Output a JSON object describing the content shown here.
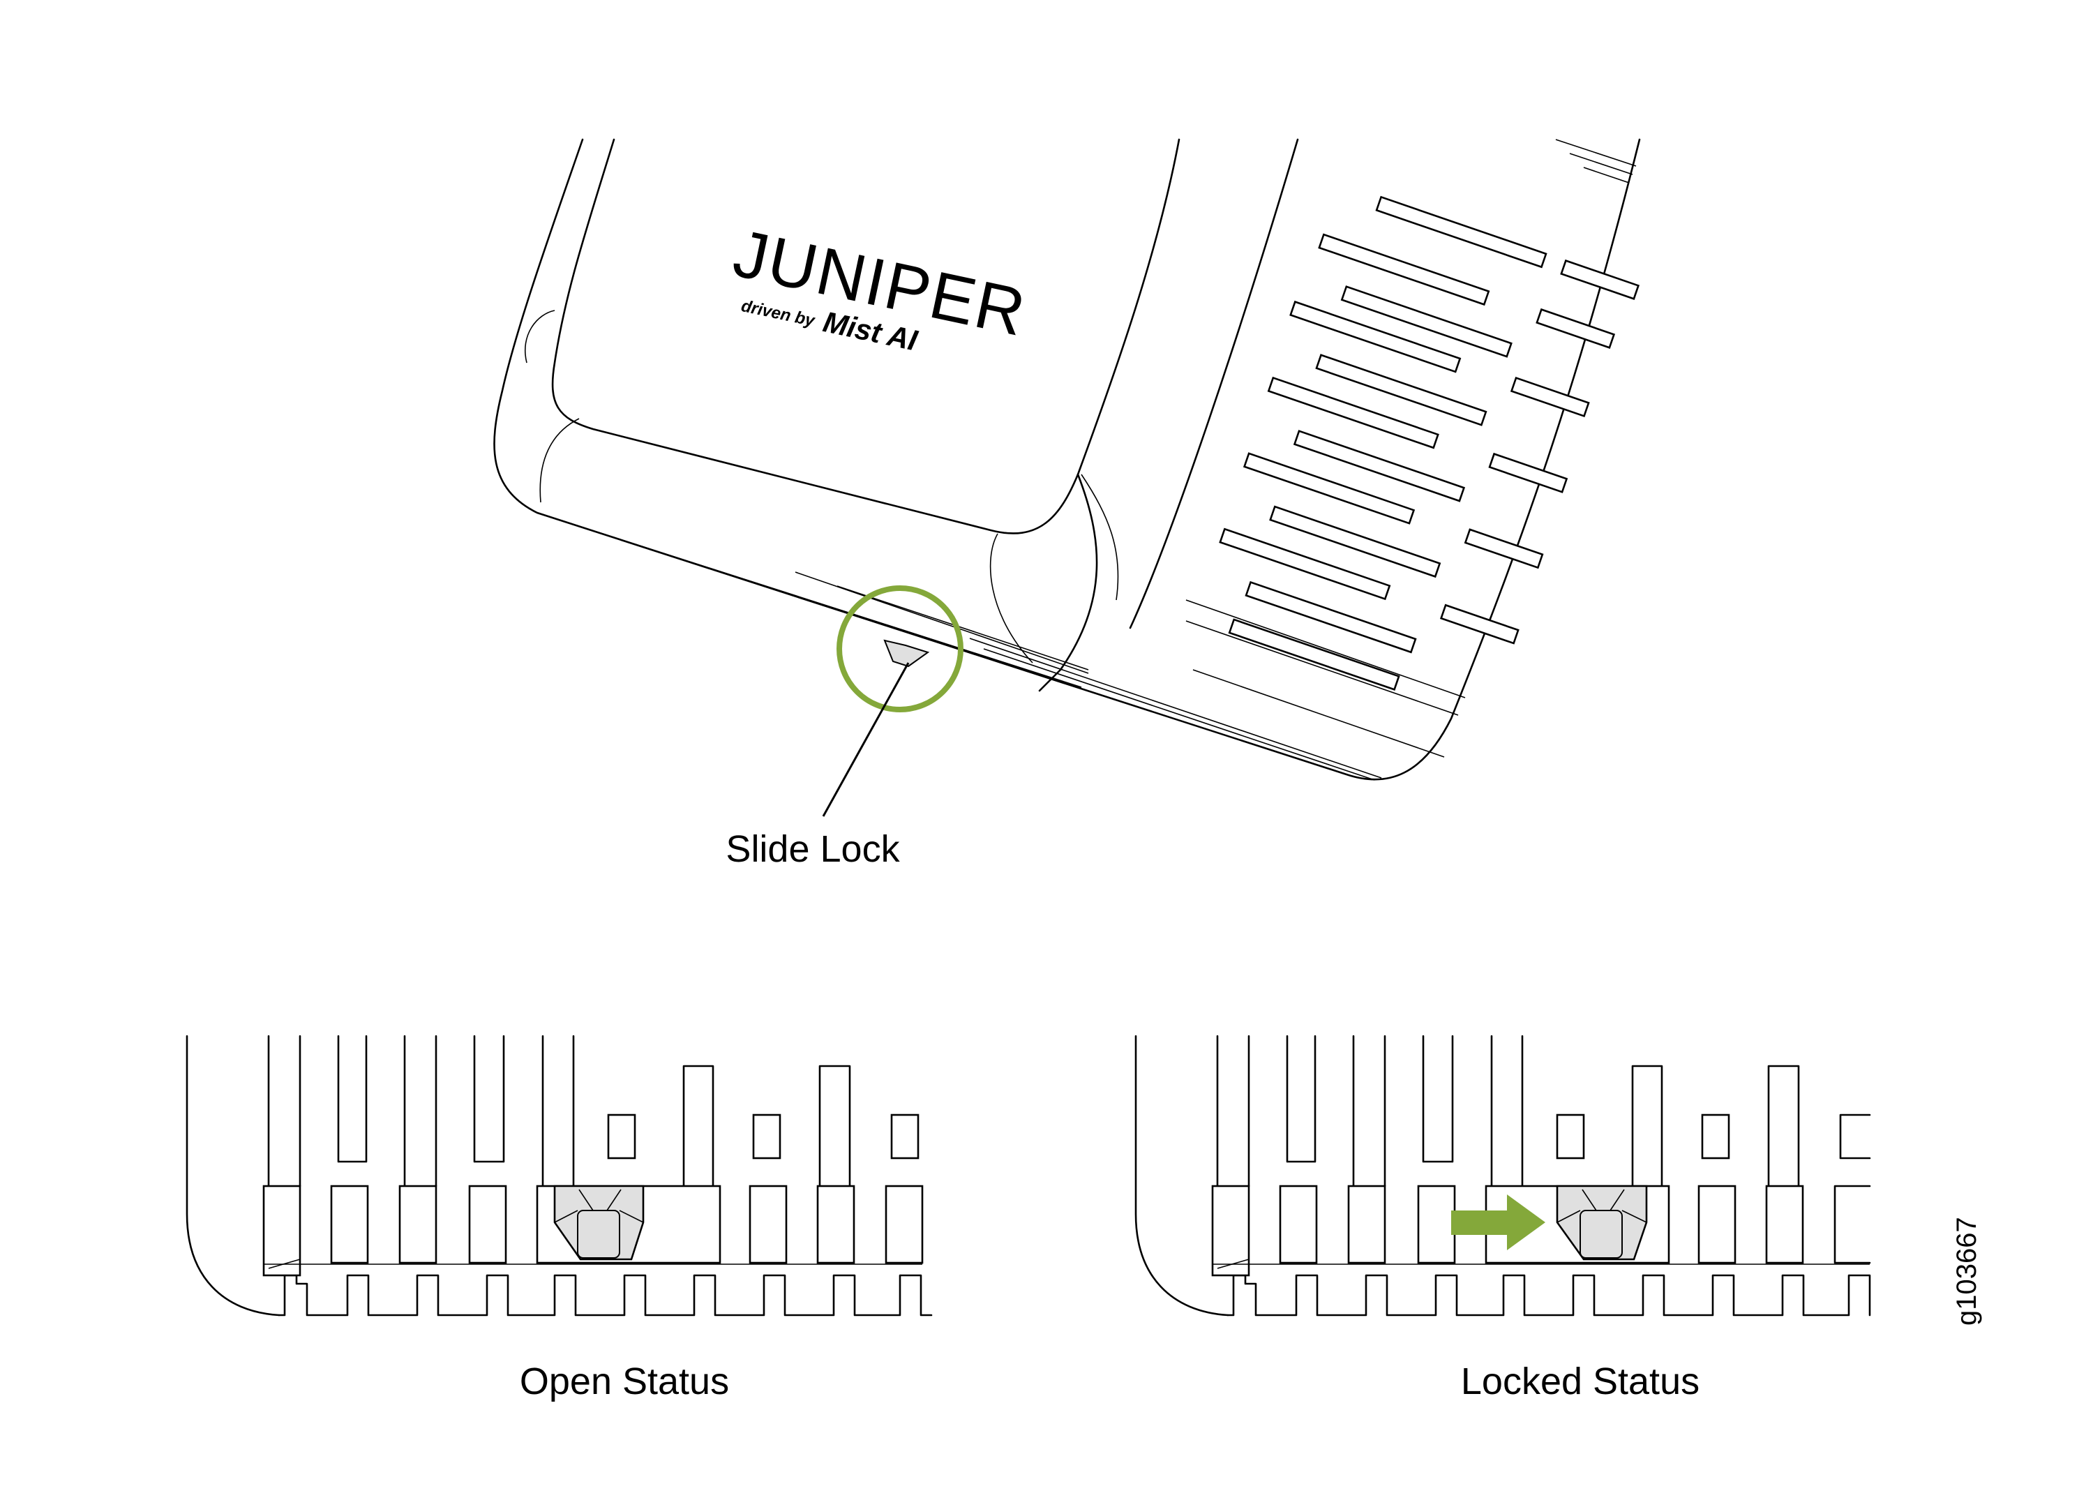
{
  "device": {
    "brand_logo_text": "JUNIPER",
    "logo_tagline_prefix": "driven by",
    "logo_tagline_product": "Mist AI"
  },
  "callout": {
    "label": "Slide Lock"
  },
  "panels": {
    "open": {
      "label": "Open Status"
    },
    "locked": {
      "label": "Locked Status"
    }
  },
  "figure_id": "g103667",
  "colors": {
    "accent_green": "#84a83a",
    "lock_fill": "#e0e0e0",
    "line": "#000000"
  }
}
